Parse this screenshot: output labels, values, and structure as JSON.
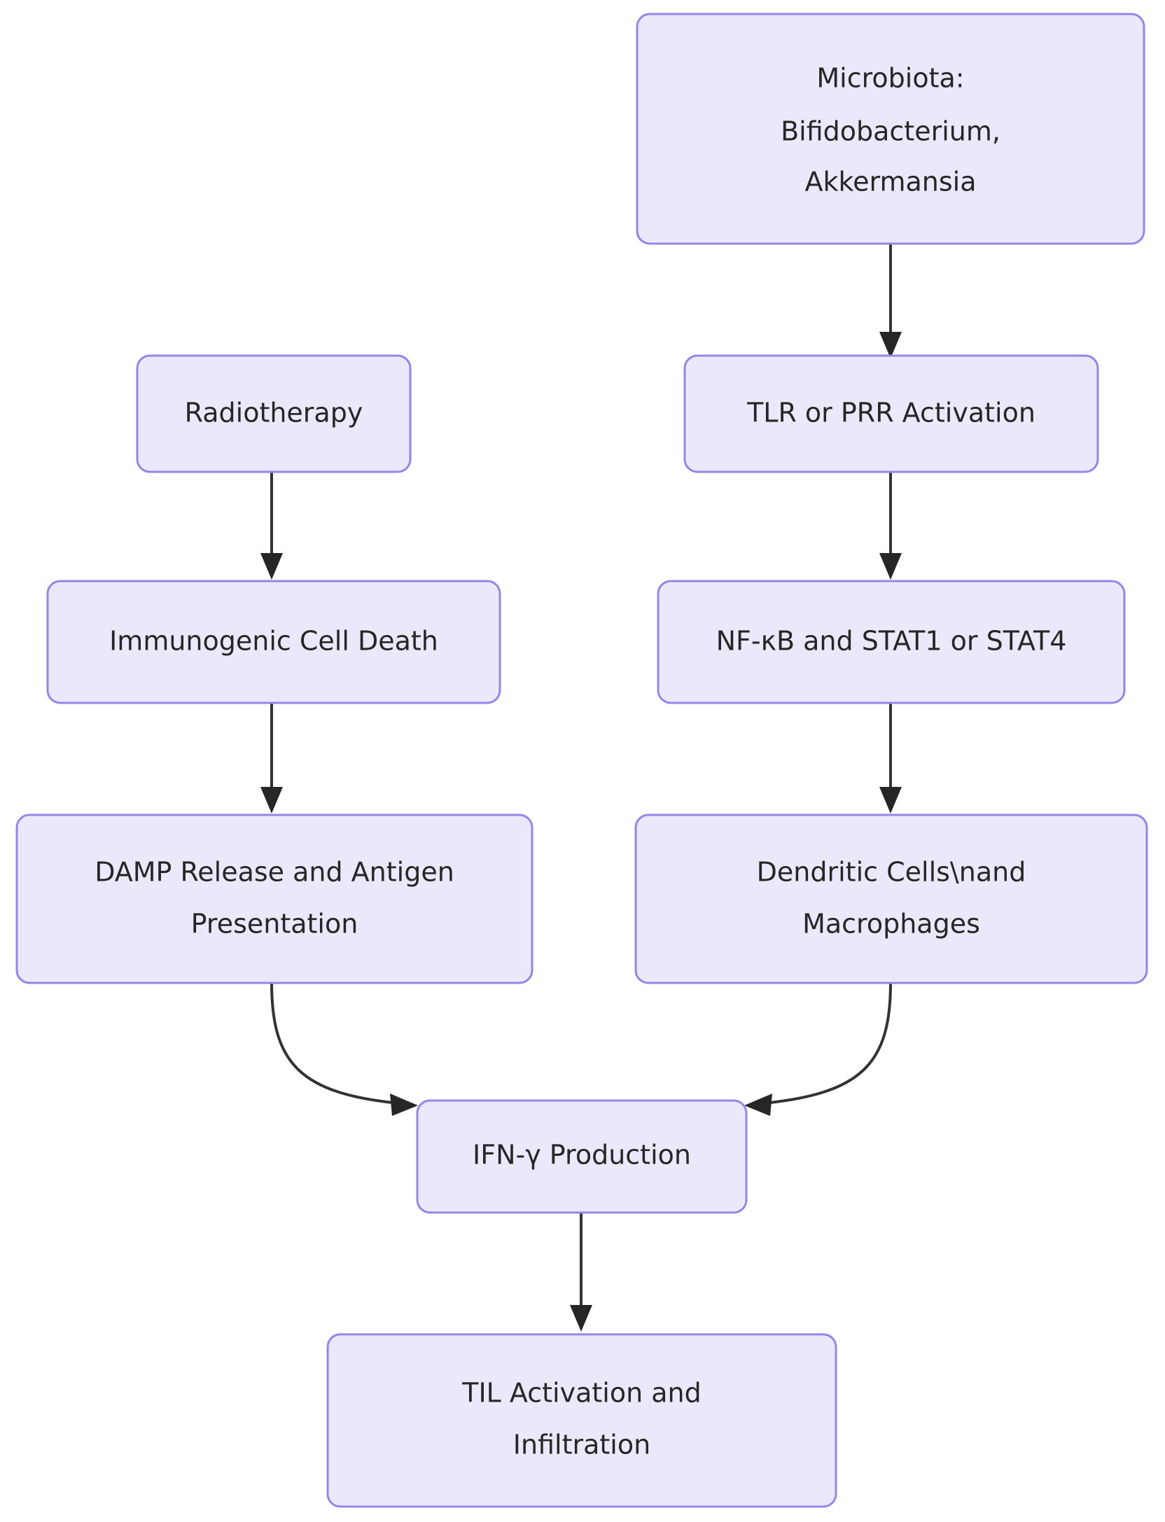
{
  "diagram": {
    "kind": "flowchart",
    "direction": "top-to-bottom",
    "background_color": "#ffffff",
    "node_fill_color": "#ebe8fb",
    "node_border_color": "#9287e8",
    "node_text_color": "#262626",
    "edge_color": "#333333",
    "nodes": [
      {
        "id": "microbiota",
        "lines": [
          "Microbiota:",
          "Bifidobacterium,",
          "Akkermansia"
        ],
        "line1": "Microbiota:",
        "line2": "Bifidobacterium,",
        "line3": "Akkermansia"
      },
      {
        "id": "radiotherapy",
        "lines": [
          "Radiotherapy"
        ],
        "line1": "Radiotherapy"
      },
      {
        "id": "tlr-prr-activation",
        "lines": [
          "TLR or PRR Activation"
        ],
        "line1": "TLR or PRR Activation"
      },
      {
        "id": "immunogenic-cell-death",
        "lines": [
          "Immunogenic Cell Death"
        ],
        "line1": "Immunogenic Cell Death"
      },
      {
        "id": "nfkb-stat",
        "lines": [
          "NF-κB and STAT1 or STAT4"
        ],
        "line1": "NF-κB and STAT1 or STAT4"
      },
      {
        "id": "damp-release",
        "lines": [
          "DAMP Release and Antigen",
          "Presentation"
        ],
        "line1": "DAMP Release and Antigen",
        "line2": "Presentation"
      },
      {
        "id": "dendritic-macrophages",
        "lines": [
          "Dendritic Cells\\nand",
          "Macrophages"
        ],
        "line1": "Dendritic Cells\\nand",
        "line2": "Macrophages"
      },
      {
        "id": "ifn-gamma-production",
        "lines": [
          "IFN-γ Production"
        ],
        "line1": "IFN-γ Production"
      },
      {
        "id": "til-activation",
        "lines": [
          "TIL Activation and",
          "Infiltration"
        ],
        "line1": "TIL Activation and",
        "line2": "Infiltration"
      }
    ],
    "edges": [
      {
        "from": "microbiota",
        "to": "tlr-prr-activation",
        "style": "straight"
      },
      {
        "from": "radiotherapy",
        "to": "immunogenic-cell-death",
        "style": "straight"
      },
      {
        "from": "tlr-prr-activation",
        "to": "nfkb-stat",
        "style": "straight"
      },
      {
        "from": "immunogenic-cell-death",
        "to": "damp-release",
        "style": "straight"
      },
      {
        "from": "nfkb-stat",
        "to": "dendritic-macrophages",
        "style": "straight"
      },
      {
        "from": "damp-release",
        "to": "ifn-gamma-production",
        "style": "curved"
      },
      {
        "from": "dendritic-macrophages",
        "to": "ifn-gamma-production",
        "style": "curved"
      },
      {
        "from": "ifn-gamma-production",
        "to": "til-activation",
        "style": "straight"
      }
    ]
  }
}
